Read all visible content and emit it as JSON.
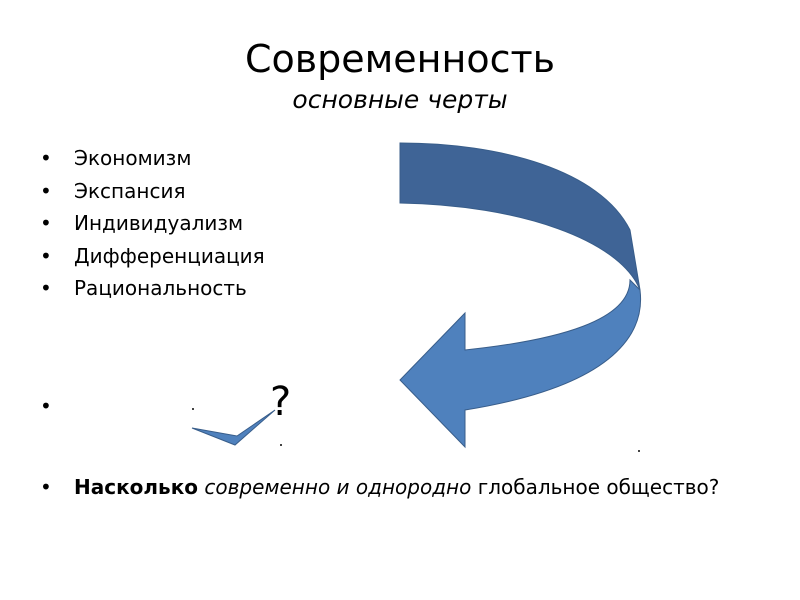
{
  "slide": {
    "title": "Современность",
    "subtitle": "основные черты",
    "features": [
      "Экономизм",
      "Экспансия",
      "Индивидуализм",
      "Дифференциация",
      "Рациональность"
    ],
    "question_mark": "?",
    "question": {
      "bold": "Насколько",
      "italic": "современно и однородно",
      "rest": "глобальное общество?"
    }
  },
  "colors": {
    "arrow_dark": "#3f6496",
    "arrow_light": "#4f81bd",
    "arrow_stroke": "#385d8a"
  }
}
